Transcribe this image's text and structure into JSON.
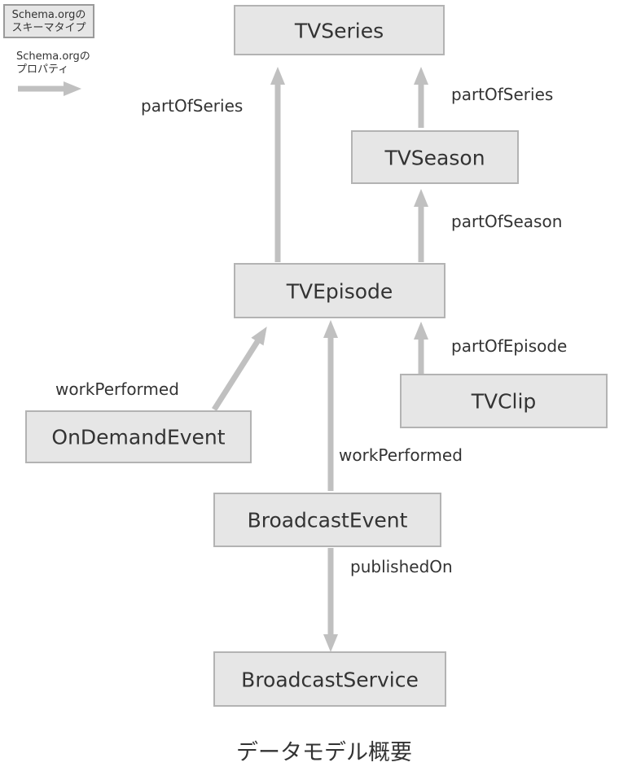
{
  "legend": {
    "type_lines": [
      "Schema.orgの",
      "スキーマタイプ"
    ],
    "property_lines": [
      "Schema.orgの",
      "プロパティ"
    ]
  },
  "nodes": {
    "tvseries": "TVSeries",
    "tvseason": "TVSeason",
    "tvepisode": "TVEpisode",
    "tvclip": "TVClip",
    "ondemandevent": "OnDemandEvent",
    "broadcastevent": "BroadcastEvent",
    "broadcastservice": "BroadcastService"
  },
  "edges": [
    {
      "from": "TVEpisode",
      "to": "TVSeries",
      "label": "partOfSeries"
    },
    {
      "from": "TVSeason",
      "to": "TVSeries",
      "label": "partOfSeries"
    },
    {
      "from": "TVEpisode",
      "to": "TVSeason",
      "label": "partOfSeason"
    },
    {
      "from": "TVClip",
      "to": "TVEpisode",
      "label": "partOfEpisode"
    },
    {
      "from": "OnDemandEvent",
      "to": "TVEpisode",
      "label": "workPerformed"
    },
    {
      "from": "BroadcastEvent",
      "to": "TVEpisode",
      "label": "workPerformed"
    },
    {
      "from": "BroadcastEvent",
      "to": "BroadcastService",
      "label": "publishedOn"
    }
  ],
  "caption": "データモデル概要",
  "colors": {
    "node_fill": "#e6e6e6",
    "node_border": "#b3b3b3",
    "arrow": "#c0c0c0",
    "text": "#333333"
  }
}
